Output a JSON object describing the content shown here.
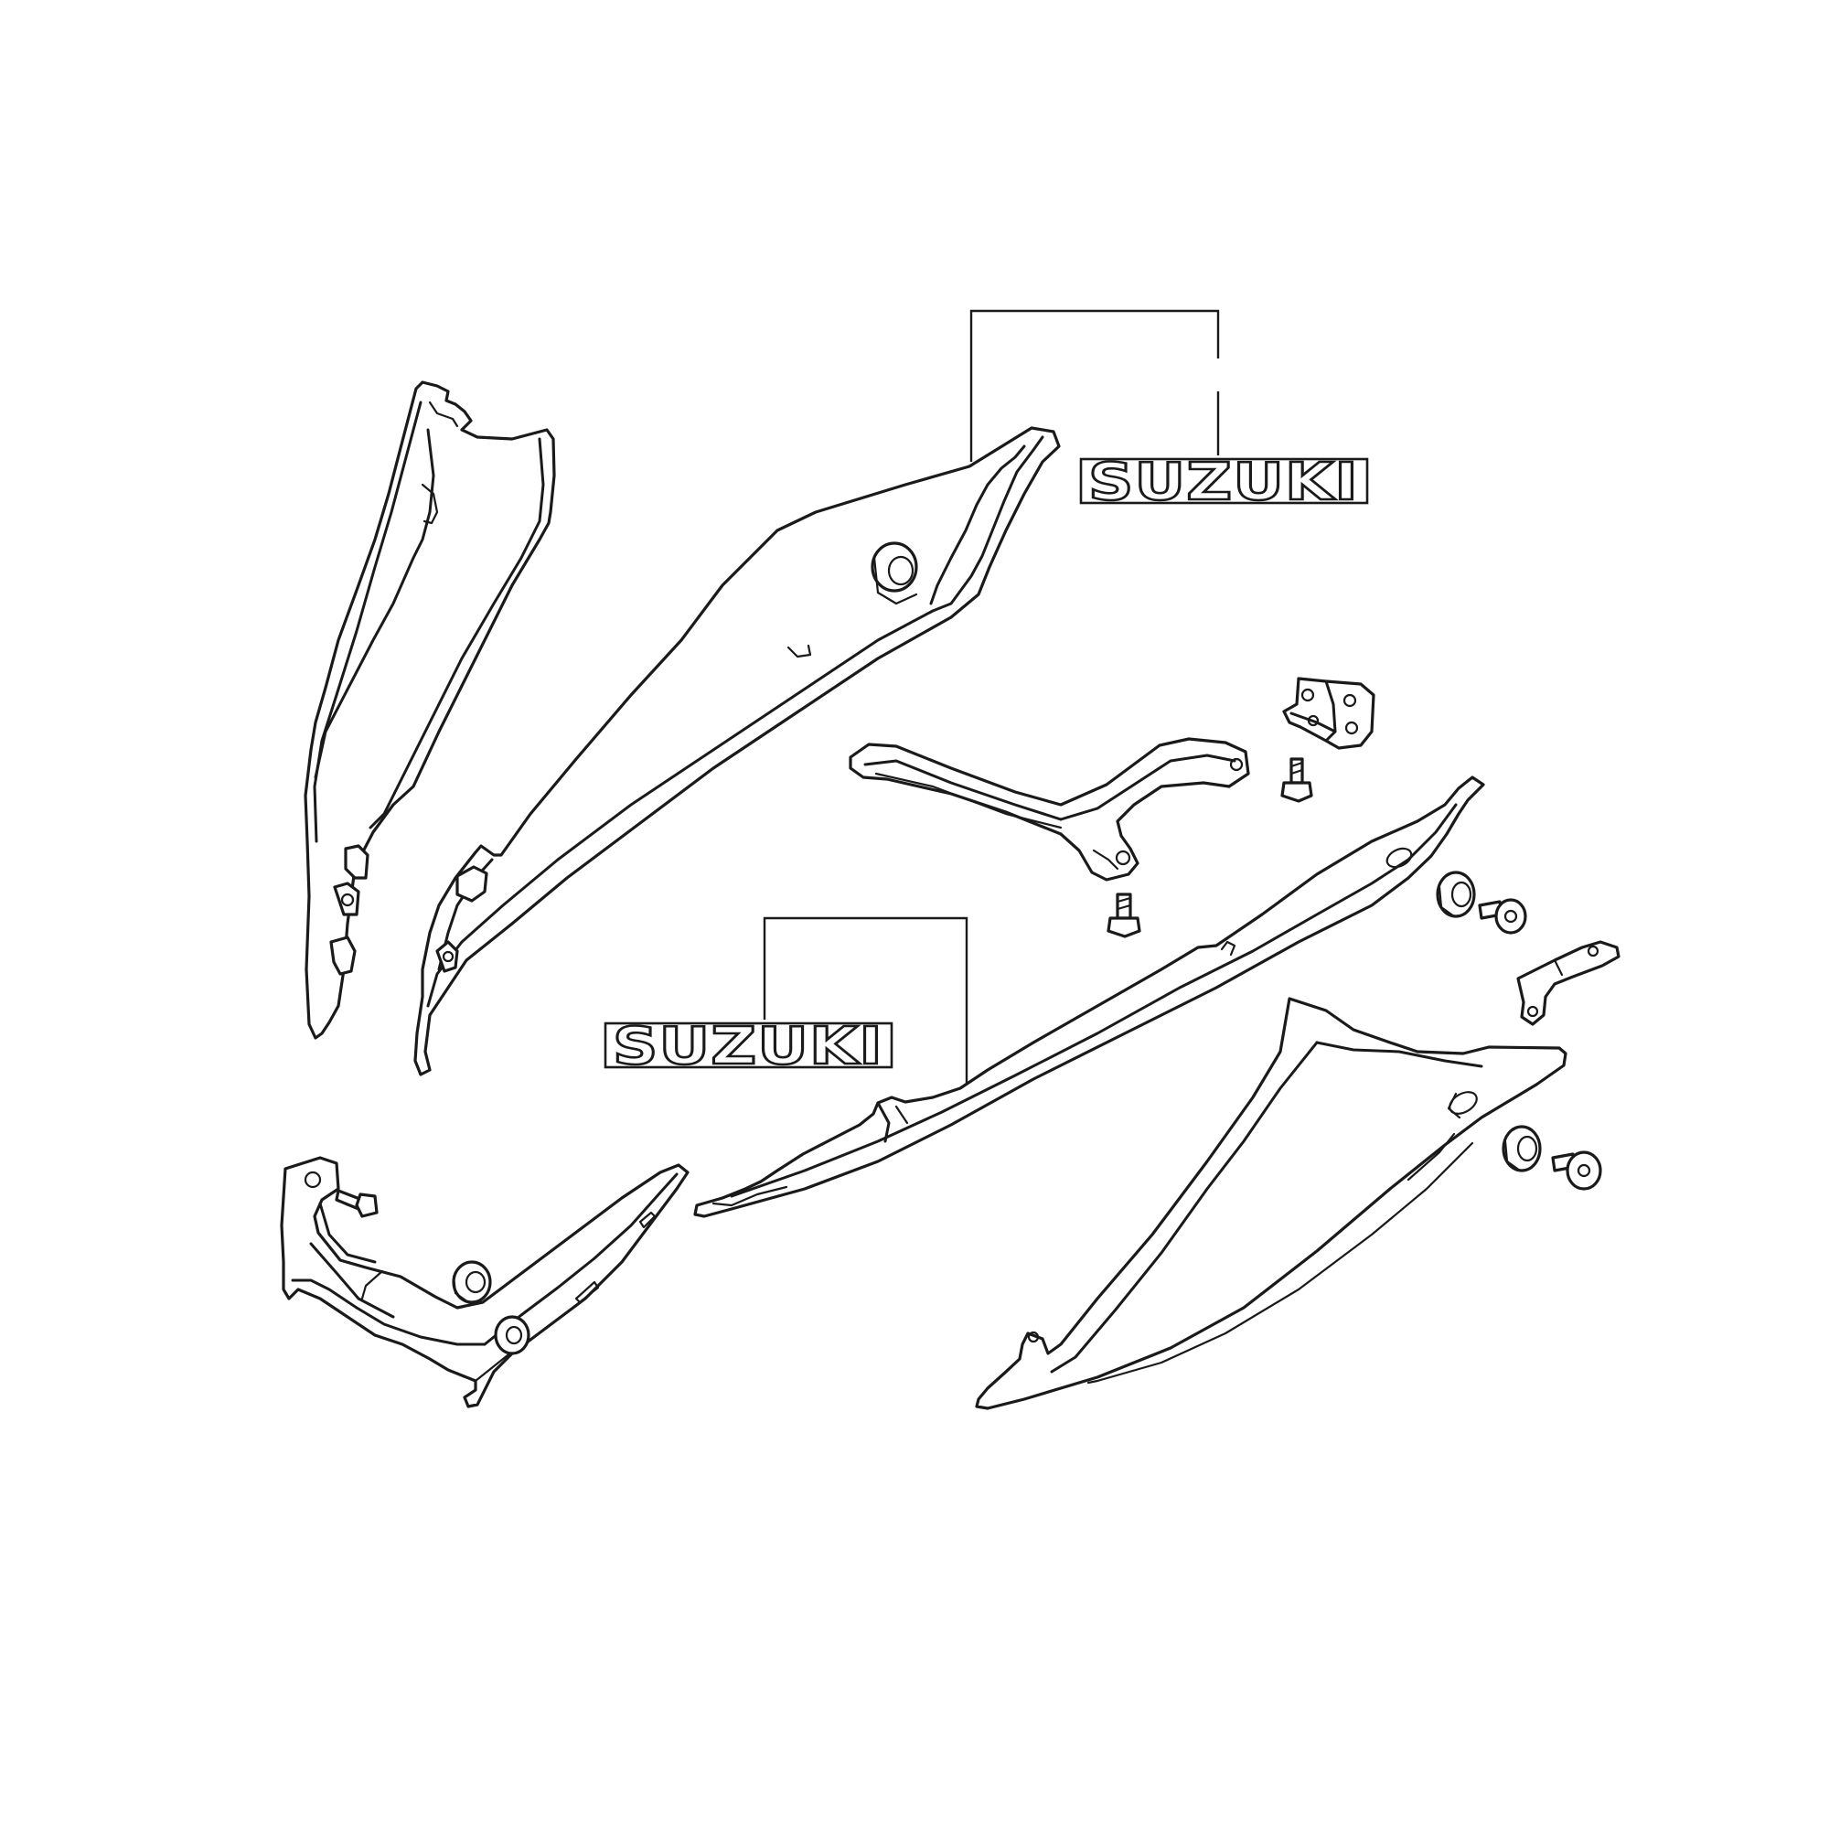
{
  "diagram": {
    "type": "exploded parts diagram",
    "brand_color": "#1a1a1a",
    "background": "#ffffff",
    "decals": [
      {
        "id": "decal-upper",
        "text": "SUZUKI"
      },
      {
        "id": "decal-lower",
        "text": "SUZUKI"
      }
    ],
    "parts": [
      {
        "name": "front-side-cowling-inner"
      },
      {
        "name": "upper-side-cowling"
      },
      {
        "name": "cowling-brace"
      },
      {
        "name": "mounting-bracket-upper"
      },
      {
        "name": "lower-side-cowling"
      },
      {
        "name": "under-cowling"
      },
      {
        "name": "lower-front-cowling"
      },
      {
        "name": "small-bracket-right"
      },
      {
        "name": "cushion-grommets"
      },
      {
        "name": "screws"
      }
    ]
  }
}
